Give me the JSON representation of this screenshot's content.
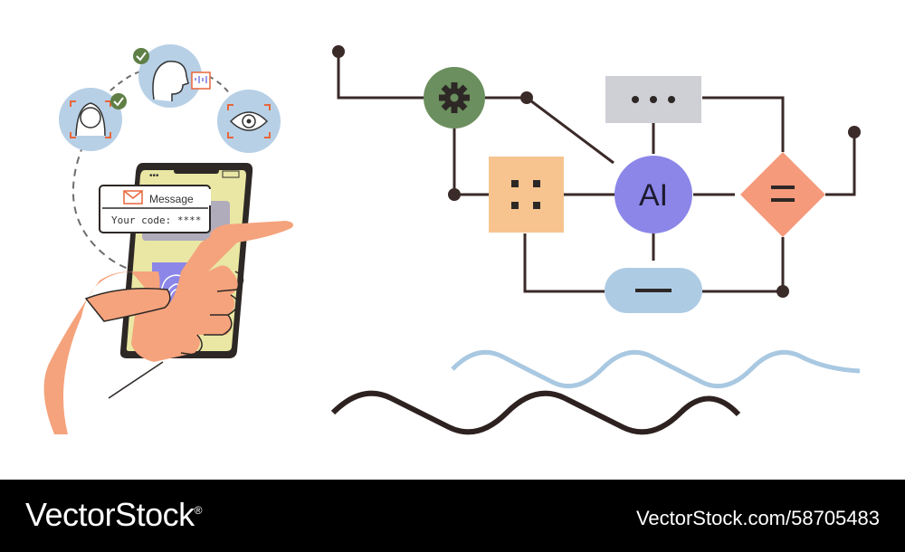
{
  "notification": {
    "title": "Message",
    "code_text": "Your code: ****"
  },
  "flow": {
    "center_label": "AI",
    "nodes": [
      {
        "id": "settings",
        "icon": "gear-icon",
        "color": "#6b8f5e"
      },
      {
        "id": "ellipsis",
        "icon": "ellipsis-icon",
        "color": "#cfcfd6"
      },
      {
        "id": "grid",
        "icon": "four-dots-icon",
        "color": "#f7c48f"
      },
      {
        "id": "ai",
        "icon": "ai-circle",
        "color": "#8b86e8"
      },
      {
        "id": "equals",
        "icon": "equals-icon",
        "color": "#f59a7b"
      },
      {
        "id": "minus",
        "icon": "minus-icon",
        "color": "#aecbe4"
      }
    ],
    "line_color": "#3a2a28"
  },
  "auth_icons": [
    {
      "name": "face-scan-icon"
    },
    {
      "name": "voice-profile-icon"
    },
    {
      "name": "eye-scan-icon"
    },
    {
      "name": "fingerprint-icon"
    }
  ],
  "footer": {
    "brand": "VectorStock",
    "brand_mark": "®",
    "url_id": "VectorStock.com/58705483"
  },
  "colors": {
    "accent_green": "#5f7f46",
    "bubble_blue": "#b7d0e6",
    "wave_blue": "#a9c8e1",
    "wave_dark": "#2e2220",
    "skin": "#f5a37c",
    "phone_screen": "#e9e7a3"
  }
}
